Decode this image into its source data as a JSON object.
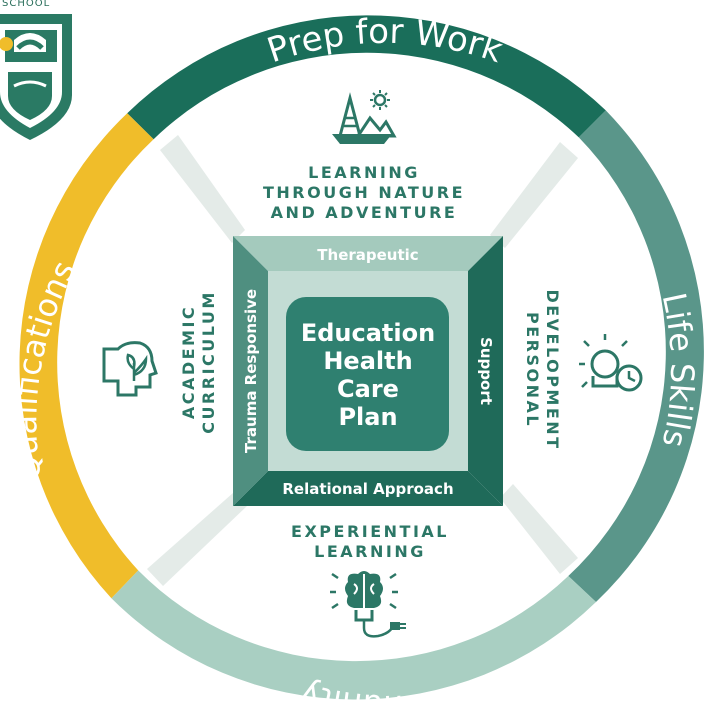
{
  "logo_text": "SCHOOL",
  "ring": {
    "top": "Prep for Work",
    "right": "Life Skills",
    "bottom": "Community",
    "left": "Qualifications"
  },
  "sections": {
    "nature": [
      "LEARNING",
      "THROUGH NATURE",
      "AND ADVENTURE"
    ],
    "personal": [
      "PERSONAL",
      "DEVELOPMENT"
    ],
    "experiential": [
      "EXPERIENTIAL",
      "LEARNING"
    ],
    "academic": [
      "ACADEMIC",
      "CURRICULUM"
    ]
  },
  "frame": {
    "top": "Therapeutic",
    "right": "Support",
    "bottom": "Relational Approach",
    "left": "Trauma Responsive"
  },
  "center": [
    "Education",
    "Health",
    "Care",
    "Plan"
  ],
  "colors": {
    "dark_green": "#1a6e5a",
    "mid_green": "#5a968a",
    "light_green": "#a9cfc2",
    "yellow": "#f0bd2a",
    "frame_light": "#a4cabd",
    "frame_dark": "#1f6a59",
    "frame_mid": "#4f8f80",
    "inner_bg": "#c3dcd4",
    "center_box": "#2f8070",
    "text_green": "#2c7766"
  }
}
